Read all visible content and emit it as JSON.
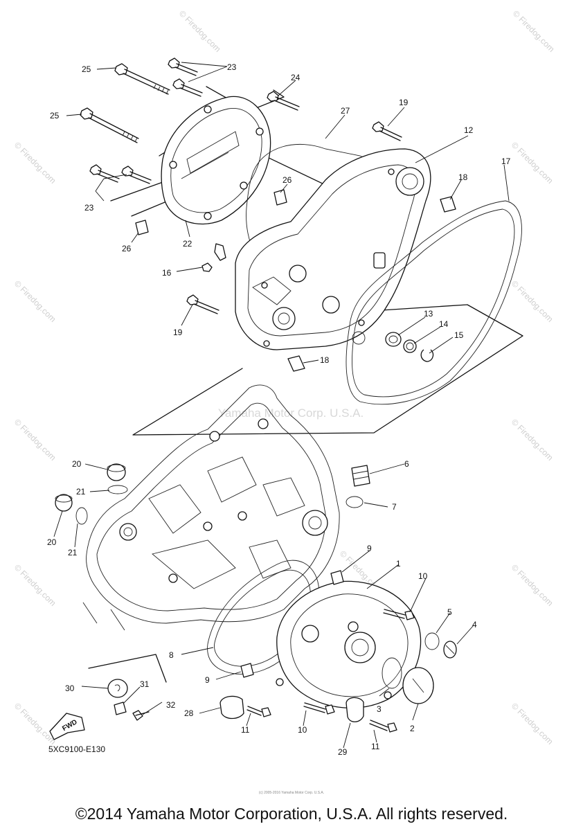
{
  "diagram_code": "5XC9100-E130",
  "center_watermark": "Yamaha Motor Corp. U.S.A.",
  "side_watermark": "© Firedog.com",
  "fwd_label": "FWD",
  "fine_print": "(c) 2005-2016 Yamaha Motor Corp. U.S.A.",
  "copyright": "©2014 Yamaha Motor Corporation, U.S.A. All rights reserved.",
  "callouts": {
    "c1": "1",
    "c2": "2",
    "c3": "3",
    "c4": "4",
    "c5": "5",
    "c6": "6",
    "c7": "7",
    "c8": "8",
    "c9a": "9",
    "c9b": "9",
    "c10a": "10",
    "c10b": "10",
    "c11a": "11",
    "c11b": "11",
    "c12": "12",
    "c13": "13",
    "c14": "14",
    "c15": "15",
    "c16": "16",
    "c17": "17",
    "c18a": "18",
    "c18b": "18",
    "c19a": "19",
    "c19b": "19",
    "c20a": "20",
    "c20b": "20",
    "c21a": "21",
    "c21b": "21",
    "c22": "22",
    "c23a": "23",
    "c23b": "23",
    "c24": "24",
    "c25a": "25",
    "c25b": "25",
    "c26a": "26",
    "c26b": "26",
    "c27": "27",
    "c28": "28",
    "c29": "29",
    "c30": "30",
    "c31": "31",
    "c32": "32"
  },
  "colors": {
    "line": "#111111",
    "watermark": "#cfcfcf",
    "background": "#ffffff"
  }
}
